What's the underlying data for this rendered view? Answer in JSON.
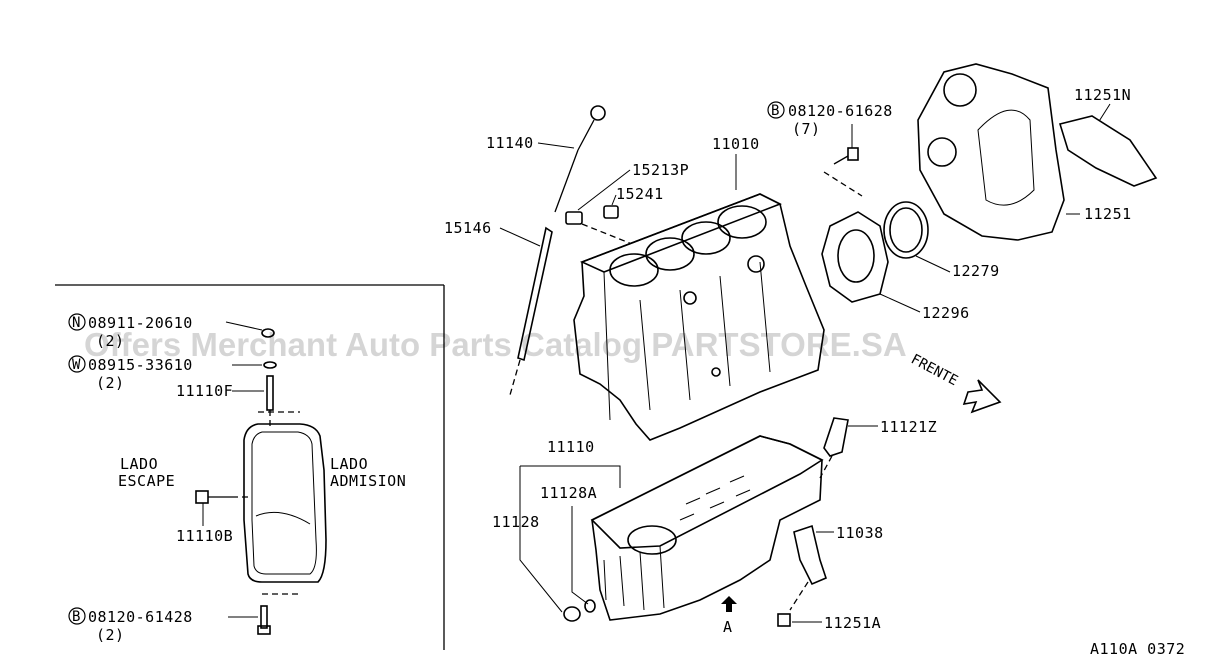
{
  "watermark": "Offers Merchant Auto Parts Catalog PARTSTORE.SA",
  "figure_code": "A110A 0372",
  "callouts": {
    "p11140": "11140",
    "p11010": "11010",
    "p15213P": "15213P",
    "p15241": "15241",
    "p15146": "15146",
    "bolt_b1": "08120-61628",
    "bolt_b1_qty": "(7)",
    "p11251N": "11251N",
    "p11251": "11251",
    "p12279": "12279",
    "p12296": "12296",
    "p11121Z": "11121Z",
    "p11110": "11110",
    "p11128A": "11128A",
    "p11128": "11128",
    "p11038": "11038",
    "p11251A": "11251A",
    "view_a": "A",
    "frente": "FRENTE"
  },
  "inset": {
    "nut_n": "08911-20610",
    "nut_n_qty": "(2)",
    "washer_w": "08915-33610",
    "washer_w_qty": "(2)",
    "p11110F": "11110F",
    "lado_escape_1": "LADO",
    "lado_escape_2": "ESCAPE",
    "lado_admision_1": "LADO",
    "lado_admision_2": "ADMISION",
    "p11110B": "11110B",
    "bolt_b2": "08120-61428",
    "bolt_b2_qty": "(2)"
  },
  "symbols": {
    "n": "N",
    "w": "W",
    "b": "B"
  }
}
